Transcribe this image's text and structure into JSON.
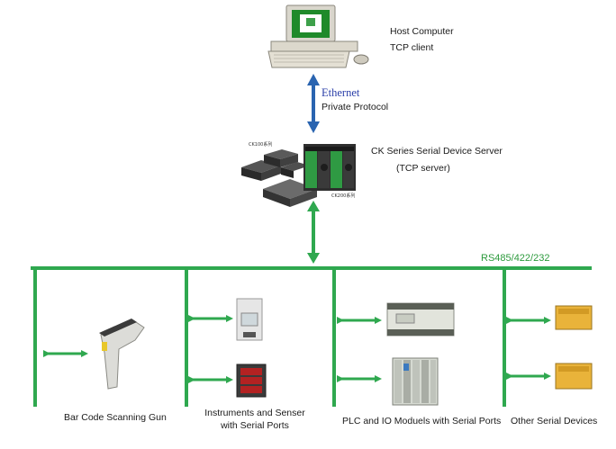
{
  "host": {
    "title": "Host Computer",
    "subtitle": "TCP client"
  },
  "link": {
    "ethernet": "Ethernet",
    "protocol": "Private  Protocol"
  },
  "server": {
    "title": "CK Series Serial Device Server",
    "subtitle": "(TCP server)",
    "tag_ck100": "CK100系列",
    "tag_ck200": "CK200系列"
  },
  "bus": {
    "label": "RS485/422/232",
    "color": "#2fa84f"
  },
  "devices": [
    {
      "label": "Bar Code Scanning Gun"
    },
    {
      "label_line1": "Instruments  and Senser",
      "label_line2": "with Serial Ports"
    },
    {
      "label": "PLC and IO  Moduels with Serial Ports"
    },
    {
      "label": "Other Serial Devices"
    }
  ]
}
